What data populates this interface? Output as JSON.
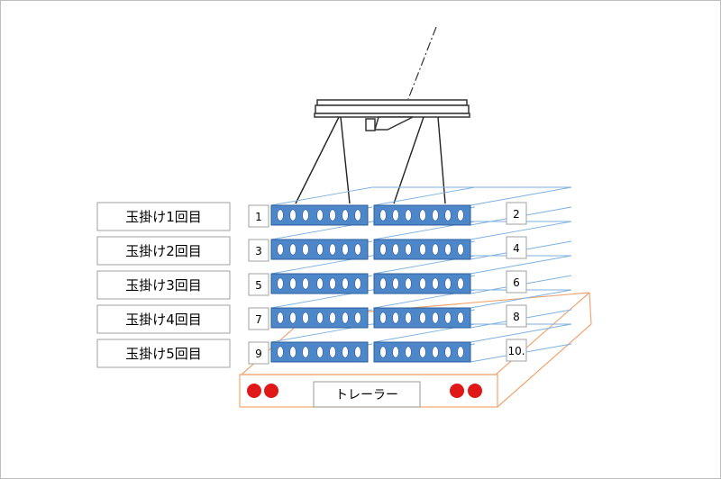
{
  "rounds": [
    {
      "label": "玉掛け1回目",
      "left_num": "1",
      "right_num": "2"
    },
    {
      "label": "玉掛け2回目",
      "left_num": "3",
      "right_num": "4"
    },
    {
      "label": "玉掛け3回目",
      "left_num": "5",
      "right_num": "6"
    },
    {
      "label": "玉掛け4回目",
      "left_num": "7",
      "right_num": "8"
    },
    {
      "label": "玉掛け5回目",
      "left_num": "9",
      "right_num": "10."
    }
  ],
  "trailer": {
    "label": "トレーラー"
  },
  "colors": {
    "beam_fill": "#4d86c9",
    "beam_stroke": "#2d5f9a",
    "hole_fill": "#ffffff",
    "stack_lines": "#7fb2e0",
    "trailer_outline": "#f0a673",
    "tail_light": "#e01818"
  },
  "icons": {
    "spreader": "lifting-beam-icon",
    "hoist_line": "dash-dot-hook-line",
    "tail_light": "red-circle"
  }
}
